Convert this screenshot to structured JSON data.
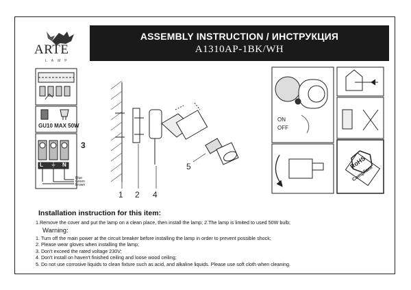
{
  "brand": {
    "name": "ARTE",
    "sub": "LAMP"
  },
  "header": {
    "title": "ASSEMBLY INSTRUCTION / ИНСТРУКЦИЯ",
    "model": "A1310AP-1BK/WH"
  },
  "bulb": {
    "label": "GU10  MAX  50W"
  },
  "wiring": {
    "step": "3",
    "terminals": [
      "L",
      "⏚",
      "N"
    ],
    "wires": [
      "Blue",
      "Green",
      "Brown"
    ]
  },
  "parts": {
    "numbers": [
      "1",
      "2",
      "4",
      "5"
    ]
  },
  "switch": {
    "on": "ON",
    "off": "OFF"
  },
  "rohs": {
    "line1": "RoHS",
    "line2": "Compliant"
  },
  "instructions": {
    "heading": "Installation instruction for this item:",
    "step1": "1.Remove the cover and put the lamp on a clean place, then install the lamp;  2.The lamp is limited to used  50W bulb;",
    "warning_label": "Warning:",
    "warnings": [
      "1. Turn off the main power at the circuit breaker before installing the lamp in order to prevent  possible shock;",
      "2. Please wear gloves when installing the lamp;",
      "3. Don't exceed the rated voltage 230V;",
      "4. Don't install on haven't finished ceiling and loose wood ceiling;",
      "5. Do not use corrosive liquids to clean fixture such as acid, and alkaline liquids. Please use soft cloth  when cleaning."
    ]
  }
}
